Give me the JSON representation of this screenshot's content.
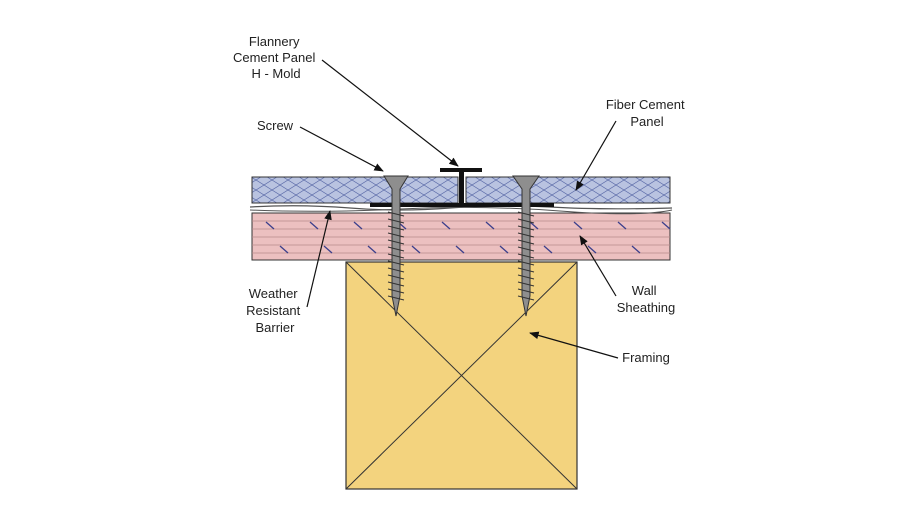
{
  "labels": {
    "h_mold": [
      "Flannery",
      "Cement Panel",
      "H - Mold"
    ],
    "screw": "Screw",
    "fiber_cement_panel": [
      "Fiber Cement",
      "Panel"
    ],
    "weather_resistant_barrier": [
      "Weather",
      "Resistant",
      "Barrier"
    ],
    "wall_sheathing": [
      "Wall",
      "Sheathing"
    ],
    "framing": "Framing"
  },
  "colors": {
    "panel_fill": "#b9c3e0",
    "panel_mesh": "#5a6aa8",
    "sheathing_fill": "#ecc0c0",
    "sheathing_marks": "#3b3f8c",
    "framing_fill": "#f3d37e",
    "screw_fill": "#8e8e8e",
    "outline": "#333333",
    "h_mold": "#111111"
  },
  "icons": {
    "screw": "screw-icon",
    "h_mold": "h-mold-icon"
  }
}
